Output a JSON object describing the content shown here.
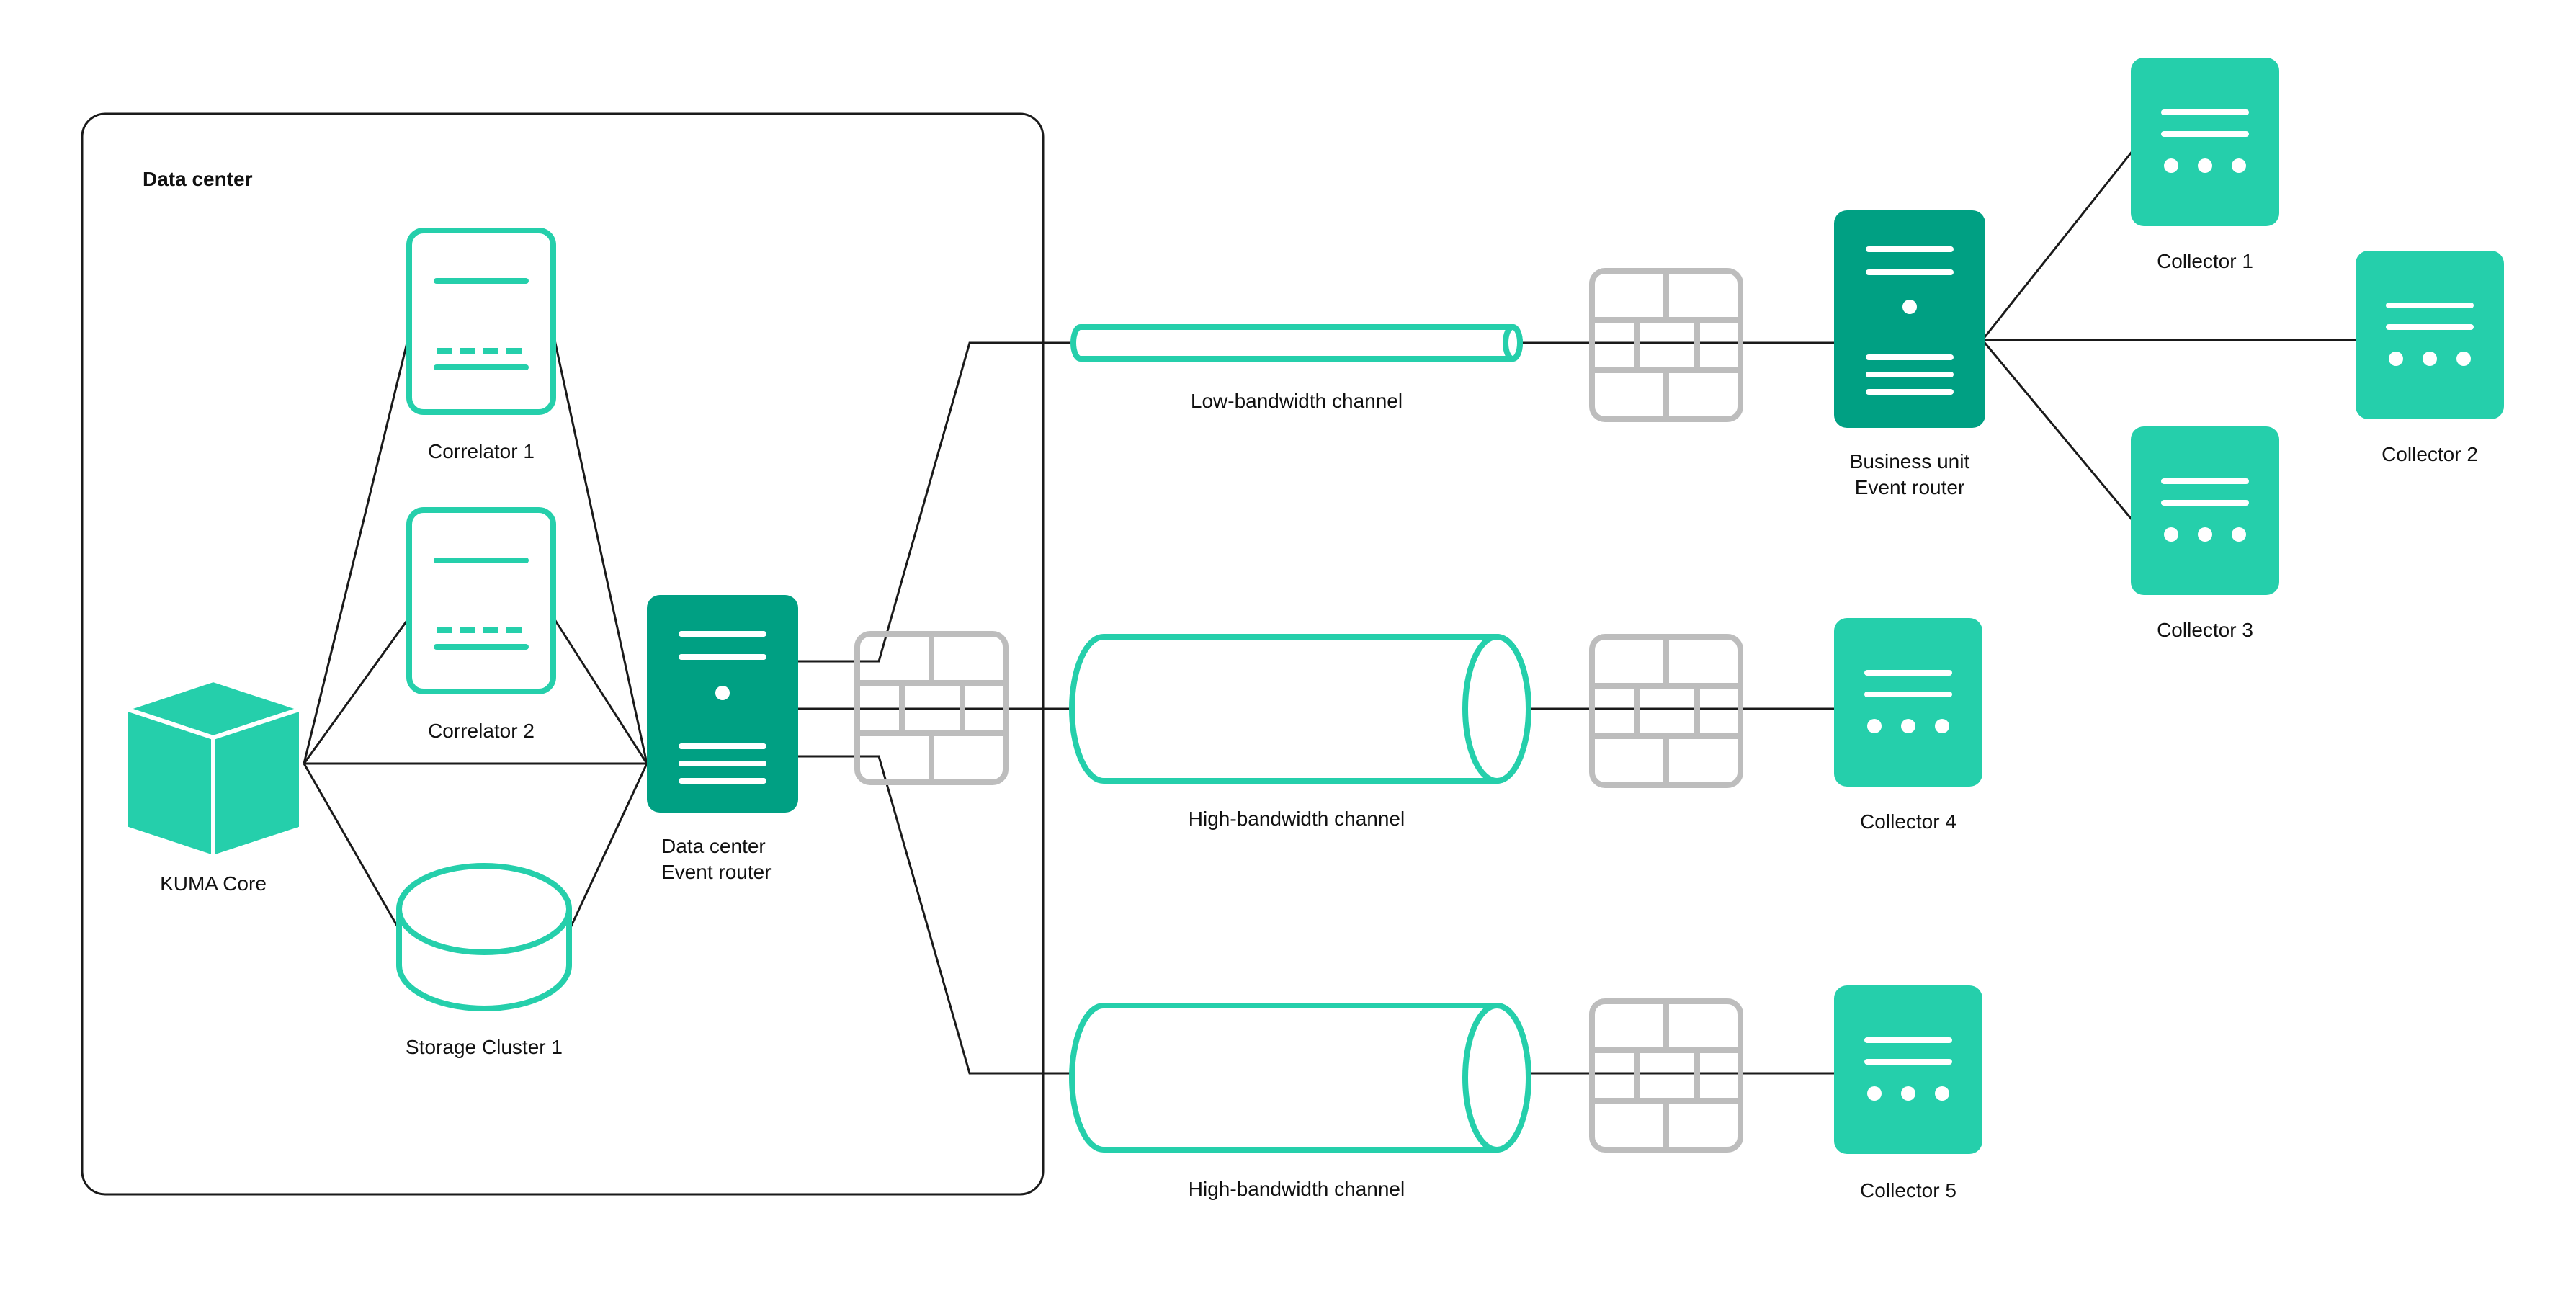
{
  "colors": {
    "accent": "#25CFAB",
    "accent_dark": "#00A083",
    "firewall": "#BDBDBD",
    "line": "#1a1a1a"
  },
  "zone": {
    "title": "Data center"
  },
  "nodes": {
    "core": "KUMA Core",
    "correlator1": "Correlator 1",
    "correlator2": "Correlator 2",
    "storage": "Storage Cluster 1",
    "dc_router": [
      "Data center",
      "Event router"
    ],
    "bu_router": [
      "Business unit",
      "Event router"
    ],
    "collector1": "Collector 1",
    "collector2": "Collector 2",
    "collector3": "Collector 3",
    "collector4": "Collector 4",
    "collector5": "Collector 5"
  },
  "channels": {
    "low": "Low-bandwidth channel",
    "high1": "High-bandwidth channel",
    "high2": "High-bandwidth channel"
  },
  "icons": {
    "core": "cube-icon",
    "correlator": "correlator-server-icon",
    "storage": "database-cylinder-icon",
    "router": "server-tower-icon",
    "collector": "collector-server-icon",
    "firewall": "firewall-brick-icon",
    "channel": "pipe-channel-icon"
  }
}
